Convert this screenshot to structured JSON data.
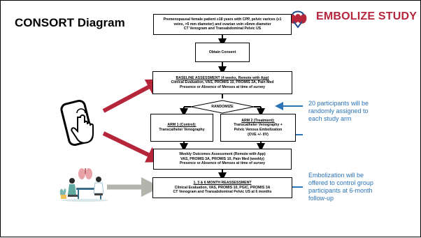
{
  "title": "CONSORT Diagram",
  "logo": {
    "text": "EMBOLIZE STUDY",
    "icon": "pelvis-anatomy-icon",
    "color": "#b5263b"
  },
  "flow": {
    "eligibility": {
      "line1": "Premenopausal female patient ≥18 years with CPP, pelvic varices (≥1",
      "line2": "veins, >5 mm diameter) and ovarian vein ≥6mm diameter",
      "line3": "CT Venogram and Transabdominal Pelvic US"
    },
    "consent": "Obtain Consent",
    "baseline": {
      "heading": "BASELINE ASSESSMENT (4 weeks, Remote with App)",
      "line1": "Clinical Evaluation, VAS, PROMIS 10, PROMIS 3A, Pain Med",
      "line2": "Presence or Absence of Menses at time of survey"
    },
    "randomize": "RANDOMIZE",
    "arm1": {
      "heading": "ARM 1 (Control):",
      "line1": "Transcatheter Venography"
    },
    "arm2": {
      "heading": "ARM 2 (Treatment):",
      "line1": "Transcatheter Venography +",
      "line2": "Pelvic Venous Embolization",
      "line3": "(OVE +/- IIV)"
    },
    "weekly": {
      "heading": "Weekly Outcomes Assessment (Remote with App)",
      "line1": "VAS, PROMIS 3A, PROMIS 10, Pain Med (weekly)",
      "line2": "Presence or Absence of Menses at time of survey"
    },
    "reassess": {
      "heading": "1, 3 & 6 MONTH REASSESSMENT",
      "line1": "Clinical Evaluation, VAS, PROMIS 10, PGIC, PROMIS 3A",
      "line2": "CT Venogram and Transabdominal Pelvic US at 6 months"
    }
  },
  "notes": {
    "randomize_note": [
      "20 participants will be",
      "randomly assigned to",
      "each study arm"
    ],
    "embolization_note": [
      "Embolization will be",
      "offered to control group",
      "participants at 6-month",
      "follow-up"
    ]
  },
  "illustrations": {
    "phone": "smartphone-touch-icon",
    "clinic": "clinic-consultation-illustration"
  },
  "colors": {
    "red_arrow": "#b5263b",
    "gray_arrow": "#b3b4ac",
    "blue": "#2a74b8"
  }
}
